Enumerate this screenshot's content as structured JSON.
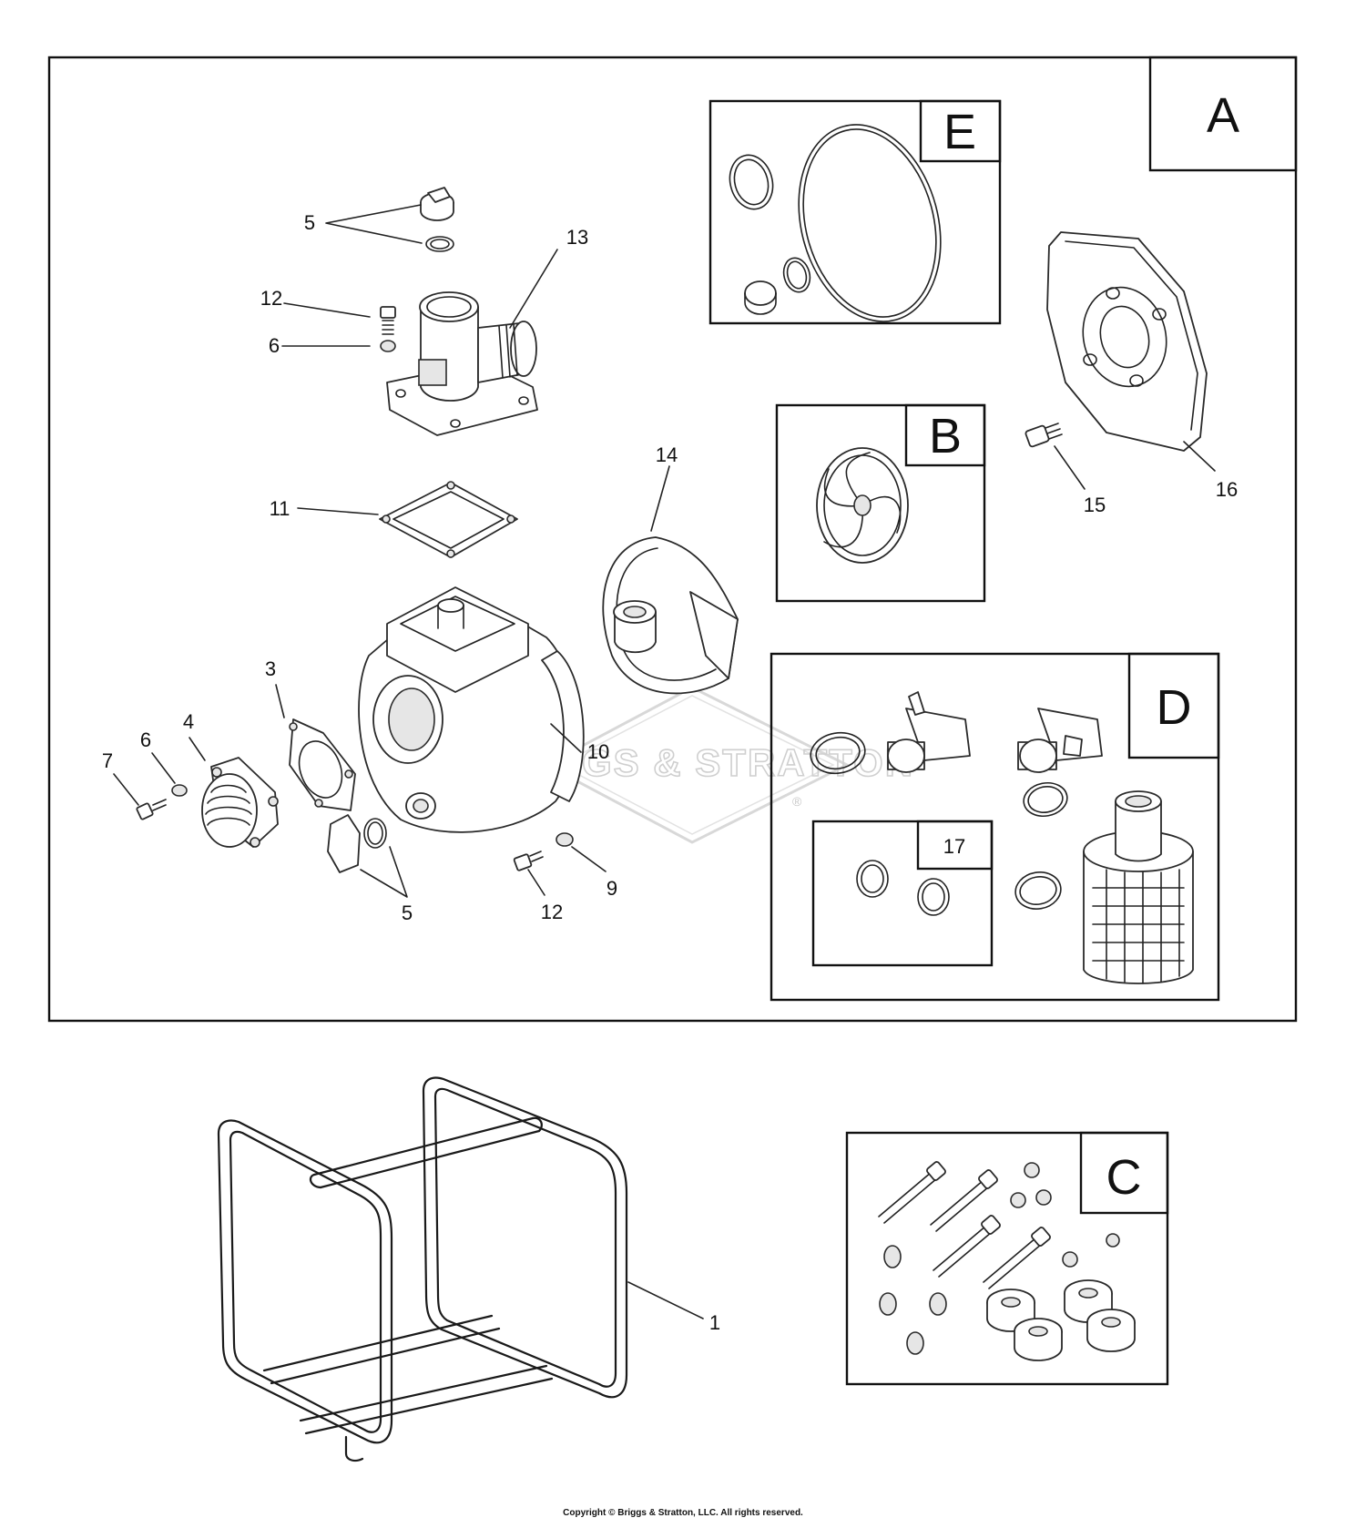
{
  "kit_boxes": {
    "A": "A",
    "B": "B",
    "C": "C",
    "D": "D",
    "E": "E",
    "sub_17": "17"
  },
  "callouts": {
    "c1": "1",
    "c3": "3",
    "c4": "4",
    "c5_top": "5",
    "c5_bottom": "5",
    "c6_top": "6",
    "c6_bottom": "6",
    "c7": "7",
    "c9": "9",
    "c10": "10",
    "c11": "11",
    "c12_top": "12",
    "c12_bottom": "12",
    "c13": "13",
    "c14": "14",
    "c15": "15",
    "c16": "16"
  },
  "watermark": {
    "brand": "BRIGGS & STRATTON",
    "registered": "®"
  },
  "footer": {
    "copyright": "Copyright © Briggs & Stratton, LLC. All rights reserved."
  }
}
